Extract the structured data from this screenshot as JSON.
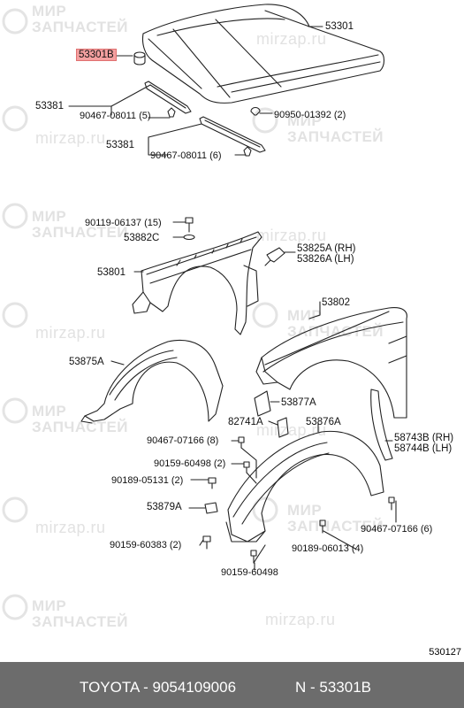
{
  "watermarks": {
    "line1": "МИР",
    "line2": "ЗАПЧАСТЕЙ",
    "url": "mirzap.ru"
  },
  "labels": {
    "hood": "53301",
    "hood_cushion": "53301B",
    "weatherstrip_upper": "53381",
    "clip_upper": "90467-08011 (5)",
    "clip_right": "90950-01392 (2)",
    "weatherstrip_lower": "53381",
    "clip_lower": "90467-08011 (6)",
    "bolt_top": "90119-06137 (15)",
    "washer": "53882C",
    "bracket_rh": "53825A (RH)",
    "bracket_lh": "53826A (LH)",
    "fender_left": "53801",
    "fender_right": "53802",
    "liner_left": "53875A",
    "seal_right": "53877A",
    "seal_mid": "82741A",
    "liner_right": "53876A",
    "clip_mid": "90467-07166 (8)",
    "molding_rh": "58743B (RH)",
    "molding_lh": "58744B (LH)",
    "screw_a": "90159-60498 (2)",
    "screw_b": "90189-05131 (2)",
    "clip_fastener": "53879A",
    "clip_right_low": "90467-07166 (6)",
    "screw_c": "90189-06013 (4)",
    "screw_d": "90159-60383 (2)",
    "screw_e": "90159-60498"
  },
  "sheet_number": "530127",
  "footer": {
    "brand_part": "TOYOTA - 9054109006",
    "ref": "N - 53301B"
  },
  "colors": {
    "highlight": "#f4a0a0",
    "footer_bg": "#6c6c6c"
  }
}
